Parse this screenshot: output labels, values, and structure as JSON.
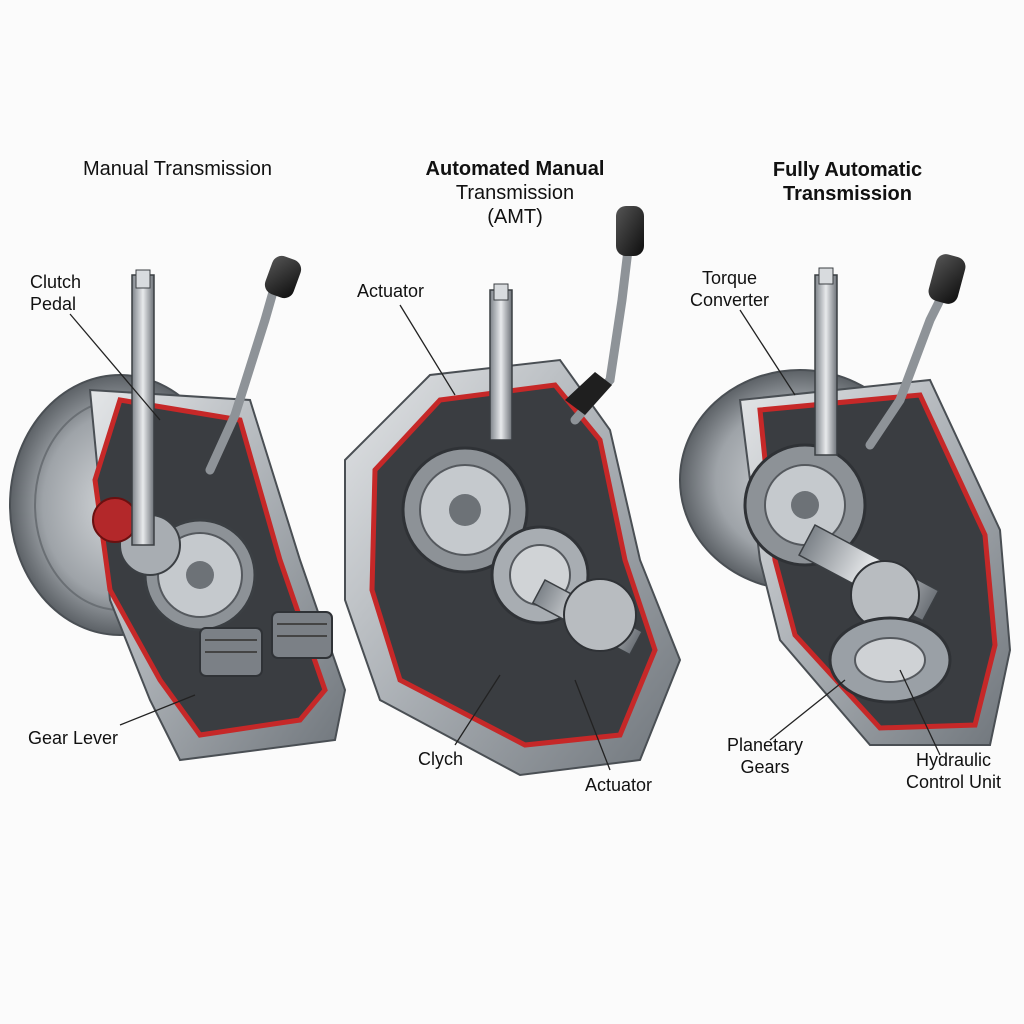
{
  "panels": [
    {
      "title_line1": "Manual Transmission",
      "title_line2": "",
      "labels": {
        "clutch_pedal": [
          "Clutch",
          "Pedal"
        ],
        "gear_lever": "Gear Lever"
      }
    },
    {
      "title_line1": "Automated Manual",
      "title_line2": "Transmission",
      "title_line3": "(AMT)",
      "labels": {
        "actuator_top": "Actuator",
        "clutch": "Clych",
        "actuator_bottom": "Actuator"
      }
    },
    {
      "title_line1": "Fully Automatic",
      "title_line2": "Transmission",
      "labels": {
        "torque_converter": [
          "Torque",
          "Converter"
        ],
        "planetary_gears": [
          "Planetary",
          "Gears"
        ],
        "hydraulic_control_unit": [
          "Hydraulic",
          "Control Unit"
        ]
      }
    }
  ],
  "colors": {
    "casing": "#b8bcc0",
    "casing_dark": "#6e7378",
    "cutaway_red": "#c62828",
    "handle": "#1c1c1c",
    "leader": "#222222"
  }
}
